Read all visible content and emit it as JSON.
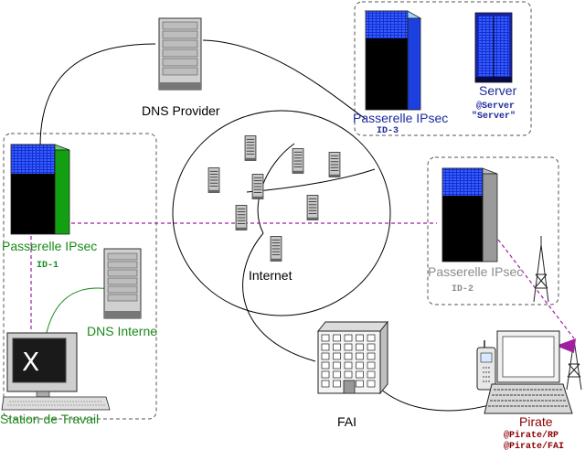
{
  "labels": {
    "dns_provider": "DNS Provider",
    "internet": "Internet",
    "fai": "FAI",
    "gw1_name": "Passerelle IPsec",
    "gw1_id": "ID-1",
    "gw2_name": "Passerelle IPsec",
    "gw2_id": "ID-2",
    "gw3_name": "Passerelle IPsec",
    "gw3_id": "ID-3",
    "server_name": "Server",
    "server_id_line1": "@Server",
    "server_id_line2": "\"Server\"",
    "dns_interne": "DNS Interne",
    "workstation": "Station de Travail",
    "pirate": "Pirate",
    "pirate_id1": "@Pirate/RP",
    "pirate_id2": "@Pirate/FAI"
  },
  "colors": {
    "green": "#1a8a1a",
    "blue": "#1c2a9c",
    "gray": "#8c8c8c",
    "magenta": "#a020a0",
    "darkred": "#8b0000",
    "black": "#000000"
  },
  "icons": [
    "ipsec-gateway-icon",
    "server-icon",
    "dns-server-icon",
    "workstation-icon",
    "laptop-icon",
    "phone-icon",
    "antenna-icon",
    "building-icon"
  ]
}
